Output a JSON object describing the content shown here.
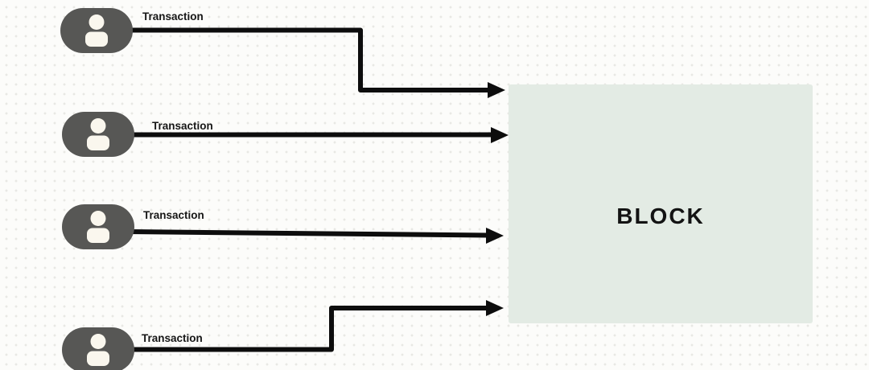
{
  "diagram": {
    "block": {
      "label": "BLOCK"
    },
    "transactions": [
      {
        "label": "Transaction",
        "icon": "person-icon"
      },
      {
        "label": "Transaction",
        "icon": "person-icon"
      },
      {
        "label": "Transaction",
        "icon": "person-icon"
      },
      {
        "label": "Transaction",
        "icon": "person-icon"
      }
    ],
    "colors": {
      "background": "#fcfcfa",
      "dot_grid": "#e8e8e4",
      "pill_fill": "#575755",
      "person_icon_fill": "#faf7ee",
      "arrow": "#0d0d0d",
      "block_fill": "#e3ebe4",
      "label_text": "#161616",
      "block_text": "#131313"
    }
  }
}
